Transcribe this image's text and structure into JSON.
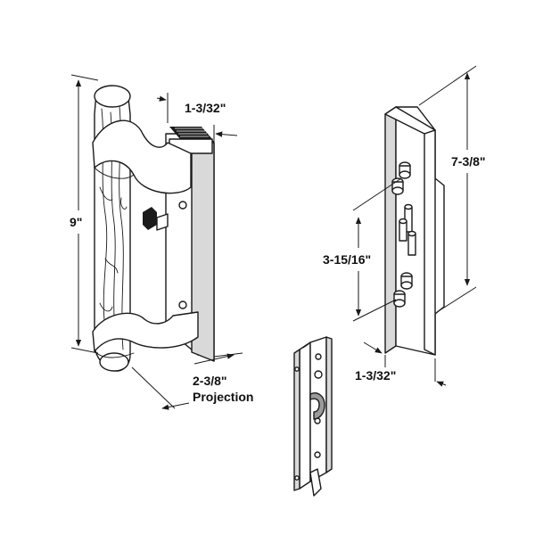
{
  "labels": {
    "handle_height": "9\"",
    "handle_width": "1-3/32\"",
    "projection_value": "2-3/8\"",
    "projection_word": "Projection",
    "plate_height": "7-3/8\"",
    "hole_spacing": "3-15/16\"",
    "plate_width": "1-3/32\""
  },
  "colors": {
    "ink": "#1a1a1a",
    "shade": "#d9d9d9",
    "background": "#ffffff"
  },
  "icons": {
    "handle": "door-handle-icon",
    "inside_plate": "inside-plate-icon",
    "mortise_lock": "mortise-lock-icon"
  }
}
